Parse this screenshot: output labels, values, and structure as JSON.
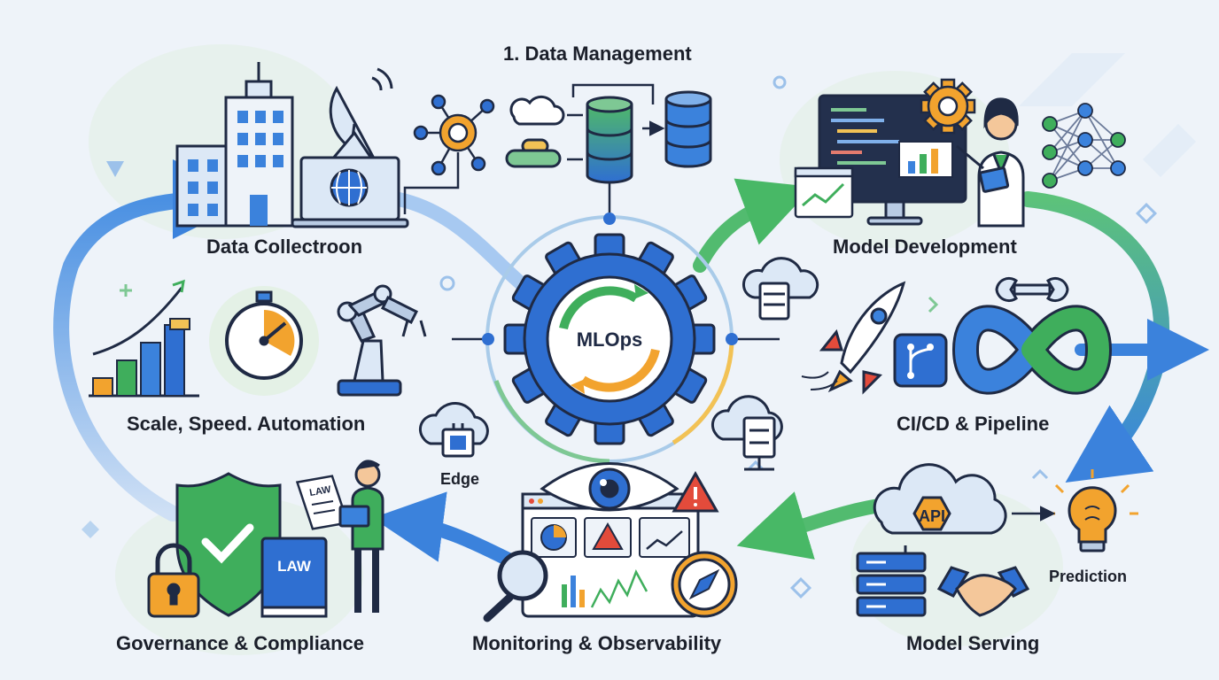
{
  "center": {
    "label": "MLOps"
  },
  "stages": {
    "data_management": "1. Data Management",
    "data_collection": "Data Collectroon",
    "model_development": "Model Development",
    "scale": "Scale, Speed. Automation",
    "cicd": "CI/CD & Pipeline",
    "governance": "Governance & Compliance",
    "monitoring": "Monitoring & Observability",
    "serving": "Model Serving"
  },
  "sub_labels": {
    "edge": "Edge",
    "prediction": "Prediction",
    "api": "API",
    "law_book": "LAW",
    "law_paper": "LAW"
  },
  "colors": {
    "blue": "#2f6fd1",
    "light_blue": "#7fb0ea",
    "green": "#3fae5c",
    "orange": "#f2a32e",
    "red": "#e34b3b",
    "dark": "#1f2a44"
  }
}
